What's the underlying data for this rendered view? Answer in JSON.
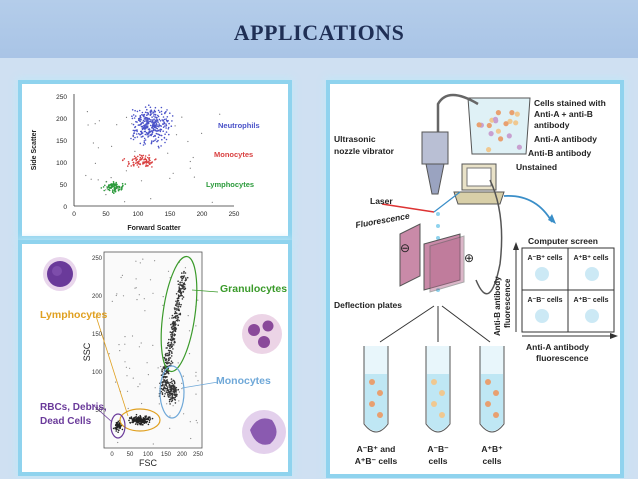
{
  "title": "APPLICATIONS",
  "scatter1": {
    "y_ticks": [
      "250",
      "200",
      "150",
      "100",
      "50",
      "0"
    ],
    "x_ticks": [
      "0",
      "50",
      "100",
      "150",
      "200",
      "250"
    ],
    "y_label": "Side Scatter",
    "x_label": "Forward Scatter",
    "populations": {
      "neutrophils": "Neutrophils",
      "monocytes": "Monocytes",
      "lymphocytes": "Lymphocytes"
    },
    "colors": {
      "neutrophils": "#4a52c8",
      "monocytes": "#d94040",
      "lymphocytes": "#2a9a3a"
    }
  },
  "scatter2": {
    "x_label": "FSC",
    "y_label": "SSC",
    "x_ticks": [
      "0",
      "50",
      "100",
      "150",
      "200",
      "250"
    ],
    "y_ticks": [
      "250",
      "200",
      "150",
      "100",
      "50"
    ],
    "labels": {
      "granulocytes": "Granulocytes",
      "lymphocytes": "Lymphocytes",
      "monocytes": "Monocytes",
      "debris_1": "RBCs, Debris,",
      "debris_2": "Dead Cells"
    },
    "colors": {
      "granulocytes": "#3a9a2a",
      "lymphocytes": "#e0a020",
      "monocytes": "#6fa8d8",
      "debris": "#6a3a9a"
    }
  },
  "sorter": {
    "stained_1": "Cells stained with",
    "stained_2": "Anti-A + anti-B",
    "stained_3": "antibody",
    "legend_a": "Anti-A antibody",
    "legend_b": "Anti-B antibody",
    "legend_u": "Unstained",
    "nozzle_1": "Ultrasonic",
    "nozzle_2": "nozzle vibrator",
    "laser": "Laser",
    "fluorescence": "Fluorescence",
    "plates": "Deflection plates",
    "screen_title": "Computer screen",
    "q_tl": "A⁻B⁺ cells",
    "q_tr": "A⁺B⁺ cells",
    "q_bl": "A⁻B⁻ cells",
    "q_br": "A⁺B⁻ cells",
    "y_axis_1": "Anti-B antibody",
    "y_axis_2": "fluorescence",
    "x_axis_1": "Anti-A antibody",
    "x_axis_2": "fluorescence",
    "tube1_1": "A⁻B⁺ and",
    "tube1_2": "A⁺B⁻ cells",
    "tube2_1": "A⁻B⁻",
    "tube2_2": "cells",
    "tube3_1": "A⁺B⁺",
    "tube3_2": "cells",
    "minus_sign": "⊖",
    "plus_sign": "⊕"
  }
}
